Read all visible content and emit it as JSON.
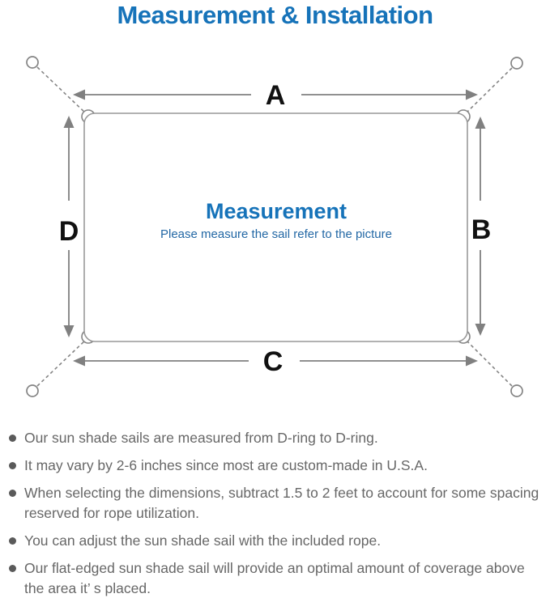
{
  "title": "Measurement & Installation",
  "diagram": {
    "label_a": "A",
    "label_b": "B",
    "label_c": "C",
    "label_d": "D",
    "center_title": "Measurement",
    "center_subtitle": "Please measure the sail refer to the picture",
    "colors": {
      "title_blue": "#1673b9",
      "subtitle_blue": "#2368a5",
      "line_gray": "#848484",
      "label_black": "#111111"
    }
  },
  "bullets": {
    "items": [
      "Our sun shade sails are measured from D-ring to D-ring.",
      "It may vary by 2-6 inches since most are custom-made in U.S.A.",
      "When selecting the dimensions, subtract 1.5 to 2 feet to account for some spacing reserved for rope utilization.",
      "You can adjust the sun shade sail with the included rope.",
      "Our flat-edged sun shade sail will provide an optimal amount of coverage above the area it’ s placed."
    ]
  }
}
